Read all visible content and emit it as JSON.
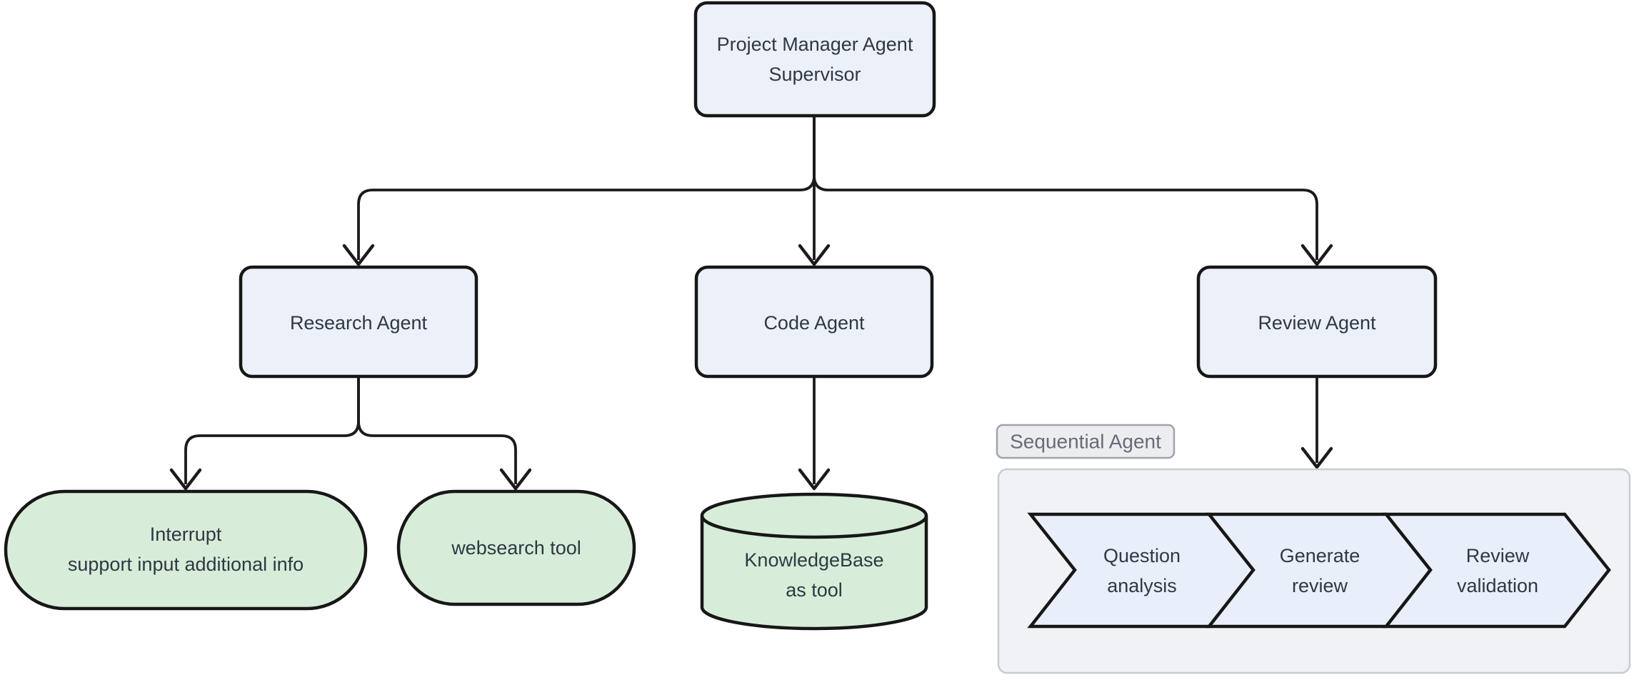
{
  "diagram": {
    "type": "flowchart",
    "direction": "top-down",
    "colors": {
      "background": "#FFFFFF",
      "node_fill": "#ECF1F9",
      "tool_fill": "#D8EDD9",
      "chevron_fill": "#E9EFFA",
      "node_stroke": "#171717",
      "edge_stroke": "#1B1B1B",
      "text_color": "#2F3842",
      "container_fill": "#F0F2F6",
      "container_stroke": "#C7CBD3",
      "label_fill": "#ECEDEF",
      "label_stroke": "#9FA4AC",
      "label_text": "#656C77"
    },
    "nodes": {
      "supervisor": {
        "shape": "rounded-rect",
        "line1": "Project Manager Agent",
        "line2": "Supervisor"
      },
      "research": {
        "shape": "rounded-rect",
        "label": "Research Agent"
      },
      "code": {
        "shape": "rounded-rect",
        "label": "Code Agent"
      },
      "review": {
        "shape": "rounded-rect",
        "label": "Review Agent"
      },
      "interrupt": {
        "shape": "stadium",
        "line1": "Interrupt",
        "line2": "support input additional info"
      },
      "websearch": {
        "shape": "stadium",
        "label": "websearch tool"
      },
      "knowledgebase": {
        "shape": "cylinder",
        "line1": "KnowledgeBase",
        "line2": "as tool"
      }
    },
    "edges": [
      {
        "from": "supervisor",
        "to": "research"
      },
      {
        "from": "supervisor",
        "to": "code"
      },
      {
        "from": "supervisor",
        "to": "review"
      },
      {
        "from": "research",
        "to": "interrupt"
      },
      {
        "from": "research",
        "to": "websearch"
      },
      {
        "from": "code",
        "to": "knowledgebase"
      },
      {
        "from": "review",
        "to": "sequential_agent"
      }
    ],
    "sequential_agent": {
      "label": "Sequential Agent",
      "steps": [
        {
          "line1": "Question",
          "line2": "analysis"
        },
        {
          "line1": "Generate",
          "line2": "review"
        },
        {
          "line1": "Review",
          "line2": "validation"
        }
      ]
    }
  }
}
